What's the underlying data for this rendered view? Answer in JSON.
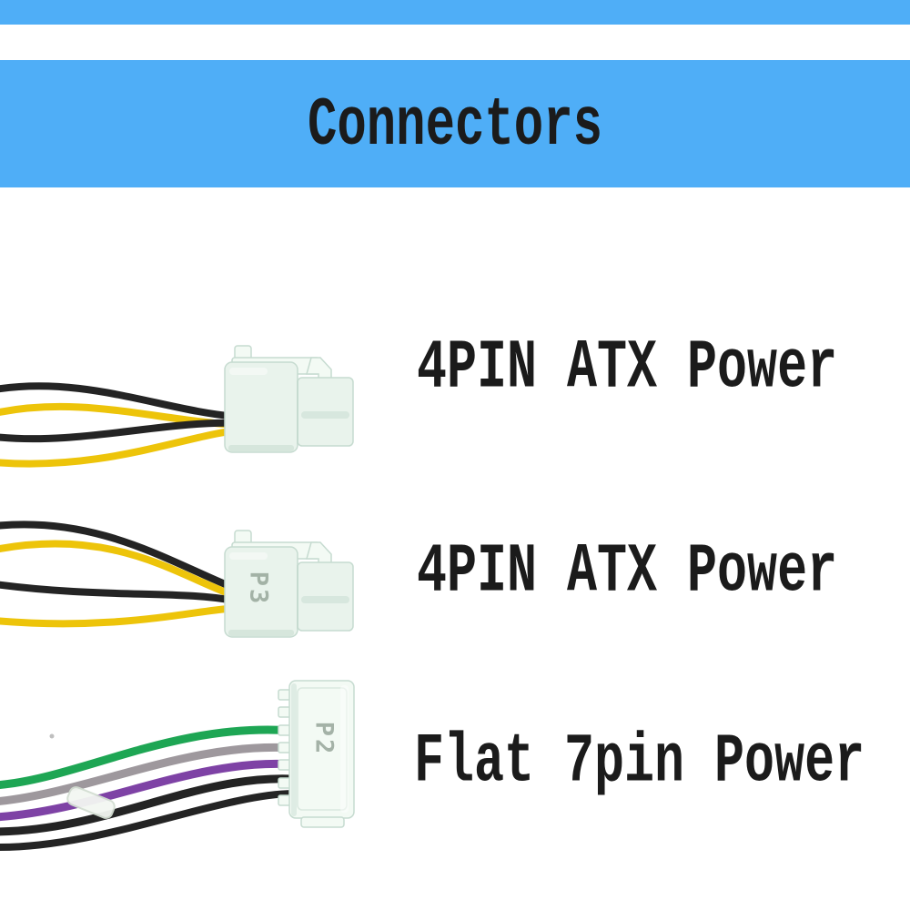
{
  "banner": {
    "title": "Connectors"
  },
  "connectors": [
    {
      "label": "4PIN ATX Power",
      "marking": ""
    },
    {
      "label": "4PIN ATX Power",
      "marking": "P3"
    },
    {
      "label": "Flat 7pin Power",
      "marking": "P2"
    }
  ],
  "colors": {
    "background": "#ffffff",
    "accent_blue": "#4faef7",
    "text_black": "#1b1b1b",
    "wire_yellow": "#edc40a",
    "wire_black": "#242424",
    "wire_green": "#1ea654",
    "wire_gray": "#9e989d",
    "wire_purple": "#7e42a5",
    "connector_body": "#e9f3ec",
    "connector_body_bright": "#f3faf4",
    "connector_edge": "#c6dbd0",
    "marking_gray": "#9cab9f",
    "tie_fill": "#f3f7f2",
    "tie_edge": "#d3ded2"
  }
}
